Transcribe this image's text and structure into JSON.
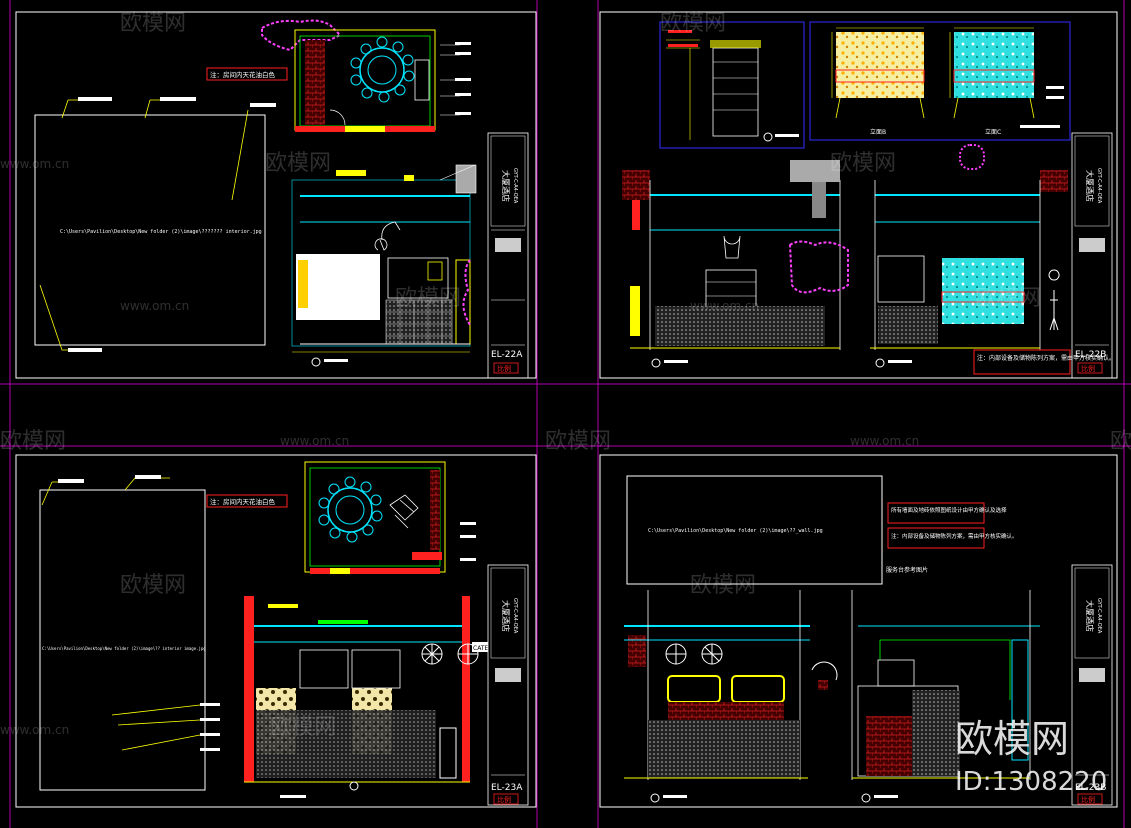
{
  "sheets": [
    {
      "sheet_no": "EL-22A",
      "scale": "比例",
      "project": "大厦酒店",
      "code": "GYT-C-A4-OEA",
      "image_path": "C:\\Users\\Pavilion\\Desktop\\New folder (2)\\image\\??????? interior.jpg",
      "note": "注：房间内天花油白色"
    },
    {
      "sheet_no": "EL-22B",
      "scale": "比例",
      "project": "大厦酒店",
      "code": "GYT-C-A4-OEA",
      "elev_b_label": "立面B",
      "elev_c_label": "立面C",
      "note": "注：内部设备及储物陈列方案，需由甲方核实确认。"
    },
    {
      "sheet_no": "EL-23A",
      "scale": "比例",
      "project": "大厦酒店",
      "code": "GYT-C-A4-OEA",
      "image_path": "C:\\Users\\Pavilion\\Desktop\\New folder (2)\\image\\?? interior image.jpg",
      "note": "注：房间内天花油白色",
      "tag": "CATE"
    },
    {
      "sheet_no": "EL-23B",
      "scale": "比例",
      "project": "大厦酒店",
      "code": "GYT-C-A4-OEA",
      "image_path": "C:\\Users\\Pavilion\\Desktop\\New folder (2)\\image\\??_wall.jpg",
      "note1": "所有墙面及地砖依照图纸设计由甲方确认及选择",
      "note2": "注：内部设备及储物陈列方案，需由甲方核实确认。",
      "note3": "服务台参考图片"
    }
  ],
  "watermark": {
    "brand": "欧模网",
    "site": "www.om.cn",
    "id": "ID:1308220"
  },
  "colors": {
    "frame": "#b000b0",
    "line_cyan": "#00e5ff",
    "line_yellow": "#ffff00",
    "line_white": "#ffffff",
    "line_green": "#00ff00",
    "line_red": "#ff2020",
    "line_blue": "#3030ff",
    "line_magenta": "#ff40ff"
  }
}
